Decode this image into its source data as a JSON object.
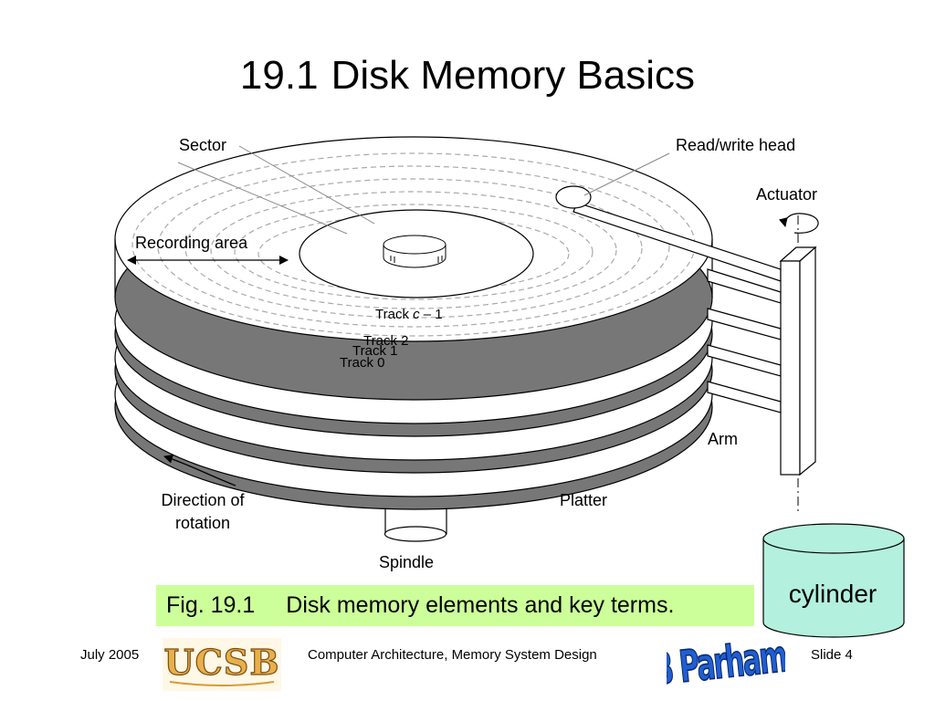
{
  "slide": {
    "number": "19.1",
    "title": "Disk Memory Basics"
  },
  "diagram": {
    "labels": {
      "sector": "Sector",
      "read_write_head": "Read/write head",
      "actuator": "Actuator",
      "recording_area": "Recording area",
      "track_c_prefix": "Track ",
      "track_c_var": "c",
      "track_c_suffix": " – 1",
      "track_2": "Track 2",
      "track_1": "Track 1",
      "track_0": "Track 0",
      "arm": "Arm",
      "direction_line1": "Direction of",
      "direction_line2": "rotation",
      "platter": "Platter",
      "spindle": "Spindle",
      "cylinder": "cylinder"
    },
    "colors": {
      "platter_shadow": "#777777",
      "track_dash": "#aaaaaa",
      "cylinder_fill": "#b3f0dd",
      "caption_bg": "#ccff99"
    }
  },
  "caption": {
    "fig": "Fig. 19.1",
    "text": "Disk memory elements and key terms."
  },
  "footer": {
    "date": "July 2005",
    "logo_text": "UCSB",
    "course": "Computer Architecture, Memory System Design",
    "signature": "B Parhami",
    "slide": "Slide 4"
  }
}
